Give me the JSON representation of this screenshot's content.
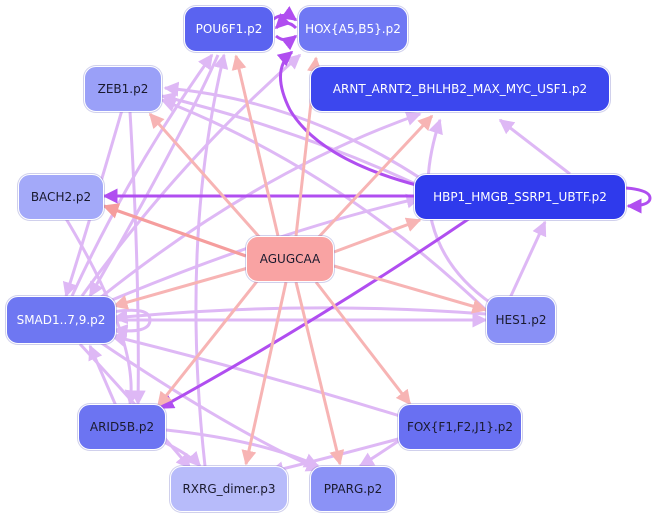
{
  "graph": {
    "center": "AGUGCAA",
    "nodes": [
      {
        "id": "center",
        "label": "AGUGCAA",
        "fill": "#f9a3a3",
        "text": "light"
      },
      {
        "id": "pou6f1",
        "label": "POU6F1.p2",
        "fill": "#5a63f0",
        "text": "dark"
      },
      {
        "id": "hox",
        "label": "HOX{A5,B5}.p2",
        "fill": "#6f78f4",
        "text": "dark"
      },
      {
        "id": "zeb1",
        "label": "ZEB1.p2",
        "fill": "#9aa0f8",
        "text": "light"
      },
      {
        "id": "arnt",
        "label": "ARNT_ARNT2_BHLHB2_MAX_MYC_USF1.p2",
        "fill": "#3c47ee",
        "text": "dark"
      },
      {
        "id": "bach2",
        "label": "BACH2.p2",
        "fill": "#a3a9f9",
        "text": "light"
      },
      {
        "id": "hbp1",
        "label": "HBP1_HMGB_SSRP1_UBTF.p2",
        "fill": "#2f3aec",
        "text": "dark"
      },
      {
        "id": "smad",
        "label": "SMAD1..7,9.p2",
        "fill": "#6e77f2",
        "text": "dark"
      },
      {
        "id": "hes1",
        "label": "HES1.p2",
        "fill": "#8990f6",
        "text": "light"
      },
      {
        "id": "arid5b",
        "label": "ARID5B.p2",
        "fill": "#6c74f2",
        "text": "light"
      },
      {
        "id": "fox",
        "label": "FOX{F1,F2,J1}.p2",
        "fill": "#6970f2",
        "text": "light"
      },
      {
        "id": "rxrg",
        "label": "RXRG_dimer.p3",
        "fill": "#b7bbfa",
        "text": "light"
      },
      {
        "id": "pparg",
        "label": "PPARG.p2",
        "fill": "#8b92f6",
        "text": "light"
      }
    ],
    "colors": {
      "center_edge": "#f7b4b4",
      "center_edge_strong": "#f59d9d",
      "regulatory_edge": "#deb8f5",
      "regulatory_edge_strong": "#b04ef0"
    }
  }
}
